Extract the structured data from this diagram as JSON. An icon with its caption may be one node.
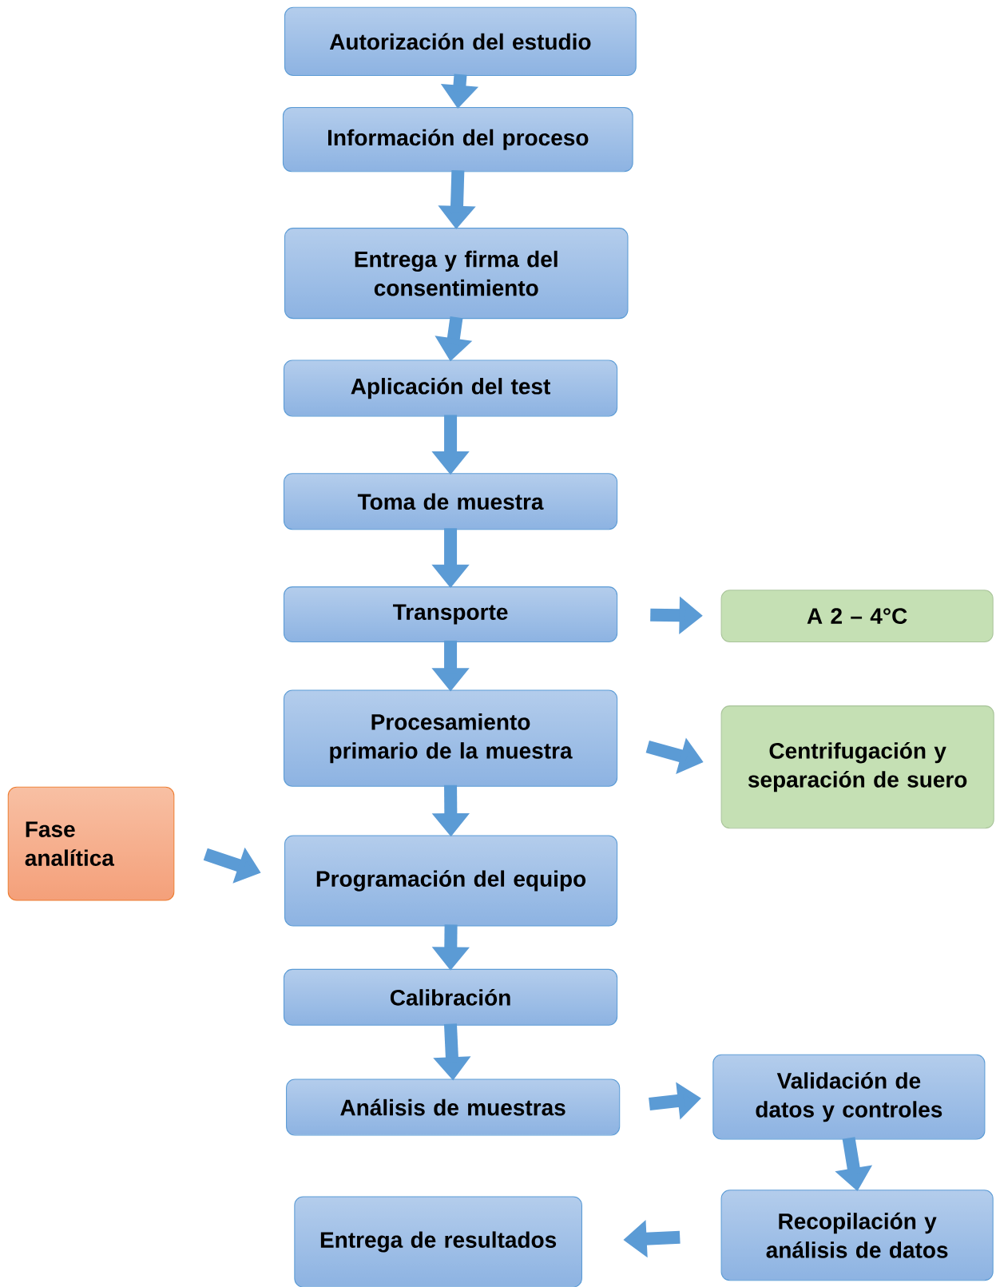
{
  "diagram": {
    "nodes": [
      {
        "text": [
          "Autorización del estudio"
        ]
      },
      {
        "text": [
          "Información del proceso"
        ]
      },
      {
        "text": [
          "Entrega y firma del consentimiento"
        ]
      },
      {
        "text": [
          "Aplicación del test"
        ]
      },
      {
        "text": [
          "Toma de muestra"
        ]
      },
      {
        "text": [
          "Transporte"
        ]
      },
      {
        "text": [
          "A 2 – 4°C"
        ]
      },
      {
        "text": [
          "Procesamiento primario de la muestra"
        ]
      },
      {
        "text": [
          "Centrifugación y separación de suero"
        ]
      },
      {
        "text": [
          "Fase analítica"
        ]
      },
      {
        "text": [
          "Programación del equipo"
        ]
      },
      {
        "text": [
          "Calibración"
        ]
      },
      {
        "text": [
          "Análisis de muestras"
        ]
      },
      {
        "text": [
          "Validación de datos y controles"
        ]
      },
      {
        "text": [
          "Recopilación y análisis de datos"
        ]
      },
      {
        "text": [
          "Entrega de resultados"
        ]
      }
    ],
    "edges": [
      {
        "from": 0,
        "to": 1,
        "arrow": "to"
      },
      {
        "from": 1,
        "to": 2,
        "arrow": "to"
      },
      {
        "from": 2,
        "to": 3,
        "arrow": "to"
      },
      {
        "from": 3,
        "to": 4,
        "arrow": "to"
      },
      {
        "from": 4,
        "to": 5,
        "arrow": "to"
      },
      {
        "from": 5,
        "to": 6,
        "arrow": "to"
      },
      {
        "from": 5,
        "to": 7,
        "arrow": "to"
      },
      {
        "from": 7,
        "to": 8,
        "arrow": "to"
      },
      {
        "from": 7,
        "to": 10,
        "arrow": "to"
      },
      {
        "from": 9,
        "to": 10,
        "arrow": "to"
      },
      {
        "from": 10,
        "to": 11,
        "arrow": "to"
      },
      {
        "from": 11,
        "to": 12,
        "arrow": "to"
      },
      {
        "from": 12,
        "to": 13,
        "arrow": "to"
      },
      {
        "from": 13,
        "to": 14,
        "arrow": "to"
      },
      {
        "from": 14,
        "to": 15,
        "arrow": "to"
      }
    ]
  }
}
